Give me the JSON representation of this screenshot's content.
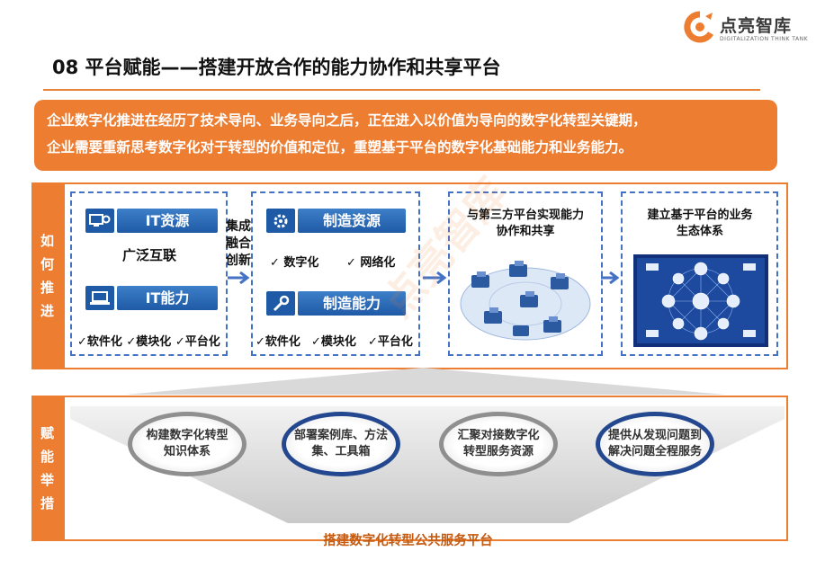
{
  "brand": {
    "name": "点亮智库",
    "subtitle": "DIGITALIZATION THINK TANK",
    "accent": "#ed7d31"
  },
  "title": "08 平台赋能——搭建开放合作的能力协作和共享平台",
  "intro": {
    "line1": "企业数字化推进在经历了技术导向、业务导向之后，正在进入以价值为导向的数字化转型关键期，",
    "line2": "企业需要重新思考数字化对于转型的价值和定位，重塑基于平台的数字化基础能力和业务能力。"
  },
  "how": {
    "side_label": [
      "如",
      "何",
      "推",
      "进"
    ],
    "stage1": {
      "it_resource": "IT资源",
      "connect": "广泛互联",
      "it_capability": "IT能力",
      "features": "✓软件化 ✓模块化 ✓平台化",
      "bridge": [
        "集成",
        "融合",
        "创新"
      ]
    },
    "stage2": {
      "mfg_resource": "制造资源",
      "check1": "✓ 数字化",
      "check2": "✓ 网络化",
      "mfg_capability": "制造能力",
      "feat1": "✓软件化",
      "feat2": "✓模块化",
      "feat3": "✓平台化"
    },
    "stage3": {
      "title_line1": "与第三方平台实现能力",
      "title_line2": "协作和共享"
    },
    "stage4": {
      "title_line1": "建立基于平台的业务",
      "title_line2": "生态体系"
    }
  },
  "enable": {
    "side_label": [
      "赋",
      "能",
      "举",
      "措"
    ],
    "measures": [
      {
        "line1": "构建数字化转型",
        "line2": "知识体系"
      },
      {
        "line1": "部署案例库、方法",
        "line2": "集、工具箱"
      },
      {
        "line1": "汇聚对接数字化",
        "line2": "转型服务资源"
      },
      {
        "line1": "提供从发现问题到",
        "line2": "解决问题全程服务"
      }
    ],
    "platform": "搭建数字化转型公共服务平台"
  },
  "watermark": "点亮智库"
}
